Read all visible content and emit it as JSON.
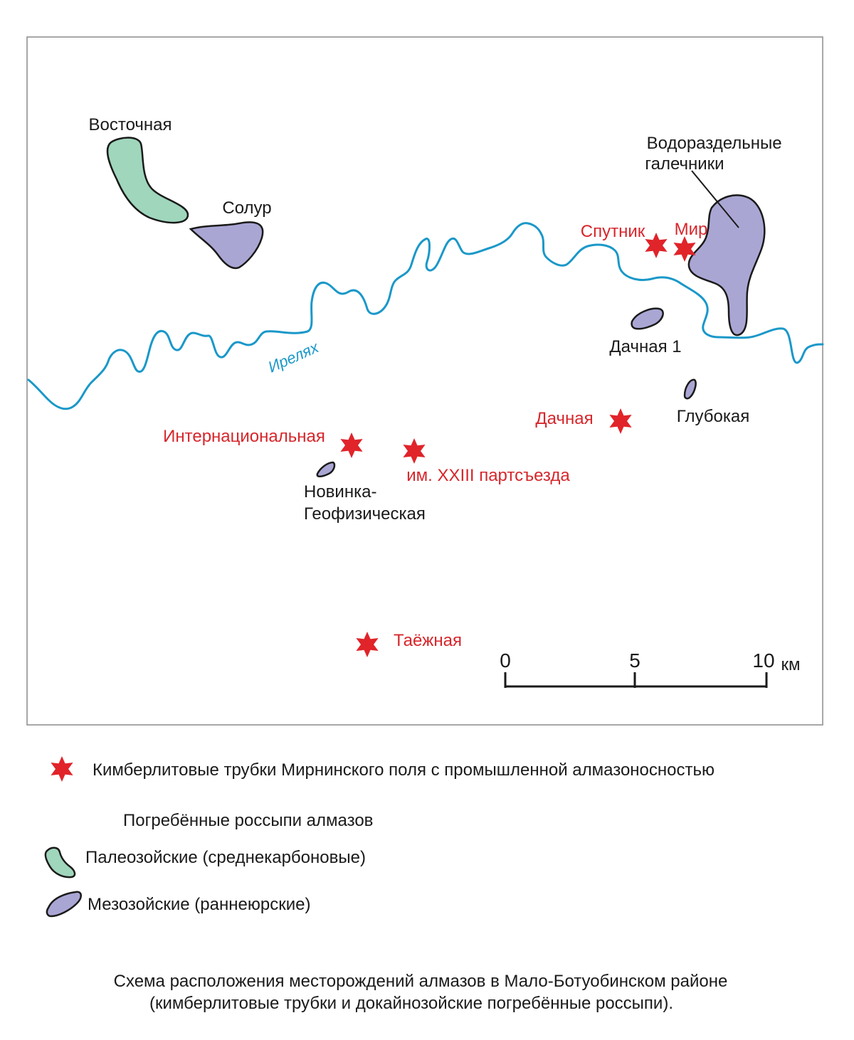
{
  "colors": {
    "river": "#1a98c9",
    "pipe_star": "#e0242a",
    "paleozoic_fill": "#9fd6bc",
    "mesozoic_fill": "#aaa6d4",
    "outline": "#1a1a1a",
    "red_label": "#d6262b"
  },
  "map": {
    "river_label": "Ирелях",
    "placers": {
      "vostochnaya": "Восточная",
      "solur": "Солур",
      "vodorazdelnye": [
        "Водораздельные",
        "галечники"
      ],
      "dachnaya1": "Дачная 1",
      "glubokaya": "Глубокая",
      "novinka": [
        "Новинка-",
        "Геофизическая"
      ]
    },
    "pipes": {
      "sputnik": "Спутник",
      "mir": "Мир",
      "dachnaya": "Дачная",
      "internatsionalnaya": "Интернациональная",
      "xxiii": "им. XXIII партсъезда",
      "taezhnaya": "Таёжная"
    },
    "scale_bar": {
      "tick_0": "0",
      "tick_5": "5",
      "tick_10": "10",
      "unit": "км"
    }
  },
  "legend": {
    "pipes": "Кимберлитовые трубки Мирнинского поля с промышленной алмазоносностью",
    "placers_heading": "Погребённые россыпи алмазов",
    "paleozoic": "Палеозойские (среднекарбоновые)",
    "mesozoic": "Мезозойские (раннеюрские)"
  },
  "caption": {
    "line1": "Схема расположения месторождений алмазов в Мало-Ботуобинском районе",
    "line2": "(кимберлитовые трубки и докайнозойские погребённые россыпи)."
  }
}
